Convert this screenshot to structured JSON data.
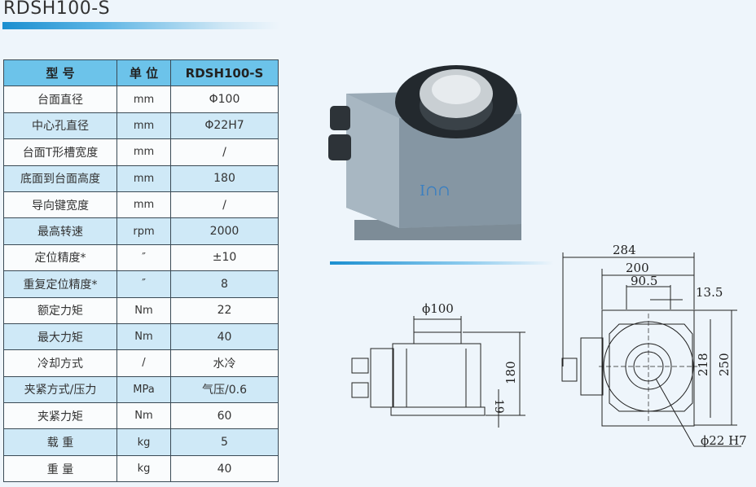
{
  "title": "RDSH100-S",
  "table": {
    "headers": [
      "型 号",
      "单 位",
      "RDSH100-S"
    ],
    "rows": [
      [
        "台面直径",
        "mm",
        "Φ100"
      ],
      [
        "中心孔直径",
        "mm",
        "Φ22H7"
      ],
      [
        "台面T形槽宽度",
        "mm",
        "/"
      ],
      [
        "底面到台面高度",
        "mm",
        "180"
      ],
      [
        "导向键宽度",
        "mm",
        "/"
      ],
      [
        "最高转速",
        "rpm",
        "2000"
      ],
      [
        "定位精度*",
        "″",
        "±10"
      ],
      [
        "重复定位精度*",
        "″",
        "8"
      ],
      [
        "额定力矩",
        "Nm",
        "22"
      ],
      [
        "最大力矩",
        "Nm",
        "40"
      ],
      [
        "冷却方式",
        "/",
        "水冷"
      ],
      [
        "夹紧方式/压力",
        "MPa",
        "气压/0.6"
      ],
      [
        "夹紧力矩",
        "Nm",
        "60"
      ],
      [
        "载 重",
        "kg",
        "5"
      ],
      [
        "重 量",
        "kg",
        "40"
      ]
    ]
  },
  "side_view": {
    "dia": "ϕ100",
    "height": "180",
    "base": "19"
  },
  "top_view": {
    "w1": "284",
    "w2": "200",
    "w3": "90.5",
    "w4": "13.5",
    "h1": "218",
    "h2": "250",
    "bore": "ϕ22 H7"
  }
}
